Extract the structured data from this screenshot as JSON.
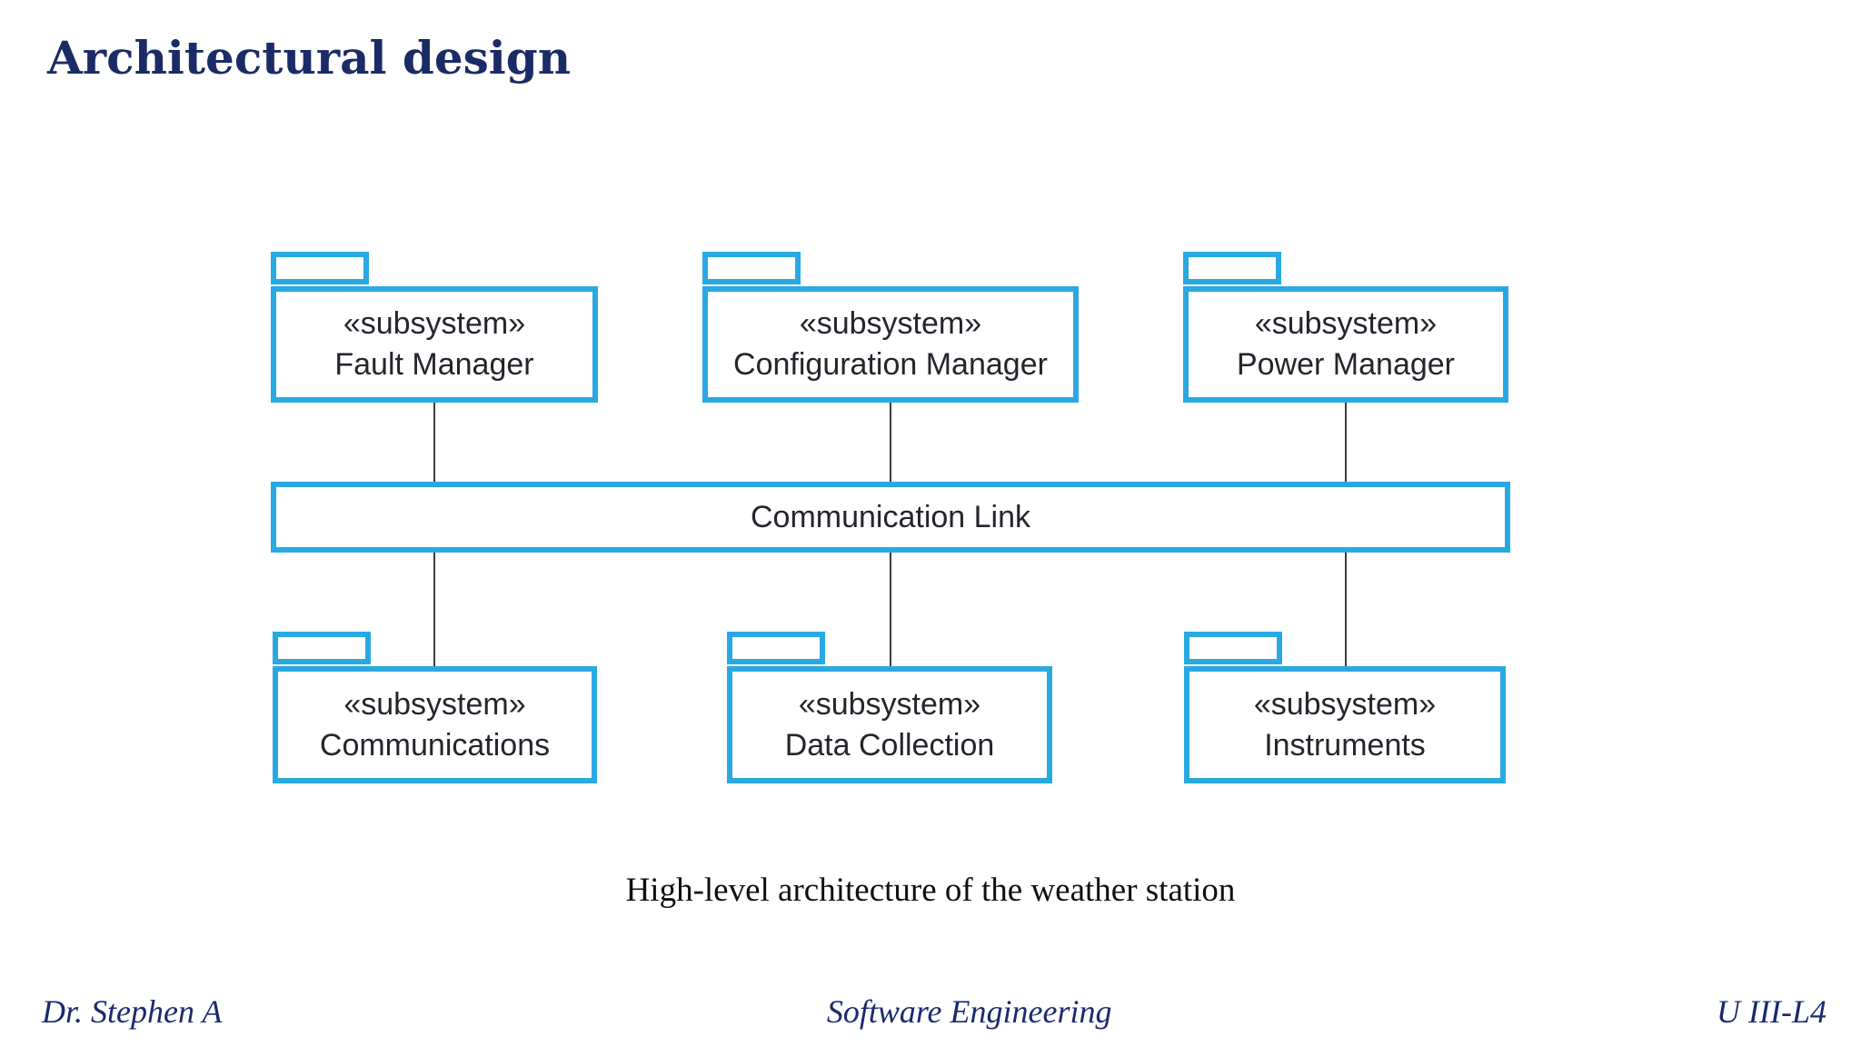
{
  "slide": {
    "title": "Architectural design",
    "caption": "High-level architecture of the weather station",
    "footer": {
      "left": "Dr. Stephen A",
      "center": "Software Engineering",
      "right": "U III-L4"
    }
  },
  "diagram": {
    "type": "uml-package-diagram",
    "link_box": {
      "label": "Communication Link"
    },
    "packages": [
      {
        "stereotype": "«subsystem»",
        "name": "Fault Manager",
        "row": "top",
        "connected_to": "Communication Link"
      },
      {
        "stereotype": "«subsystem»",
        "name": "Configuration Manager",
        "row": "top",
        "connected_to": "Communication Link"
      },
      {
        "stereotype": "«subsystem»",
        "name": "Power Manager",
        "row": "top",
        "connected_to": "Communication Link"
      },
      {
        "stereotype": "«subsystem»",
        "name": "Communications",
        "row": "bottom",
        "connected_to": "Communication Link"
      },
      {
        "stereotype": "«subsystem»",
        "name": "Data Collection",
        "row": "bottom",
        "connected_to": "Communication Link"
      },
      {
        "stereotype": "«subsystem»",
        "name": "Instruments",
        "row": "bottom",
        "connected_to": "Communication Link"
      }
    ]
  },
  "theme": {
    "package_border": "#29a9e1",
    "connector_color": "#3d3d3d",
    "box_text": "#26242c",
    "title_color": "#1b2b66",
    "footer_color": "#1b2a6e",
    "caption_color": "#101010"
  }
}
